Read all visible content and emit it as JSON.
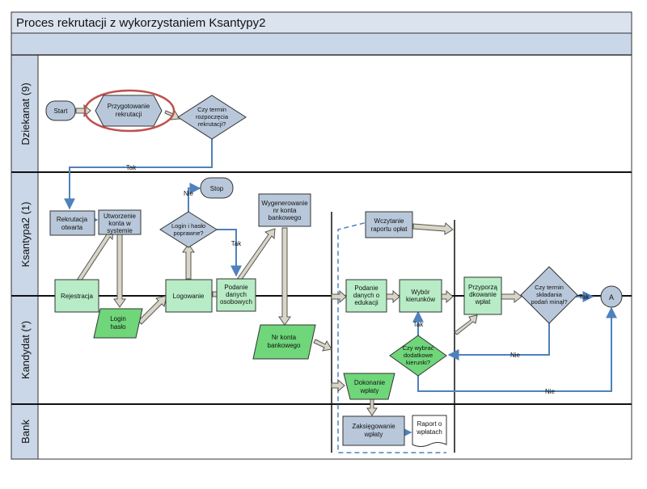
{
  "title": "Proces rekrutacji z wykorzystaniem Ksantypy2",
  "lanes": [
    {
      "id": "dziekanat",
      "label": "Dziekanat (9)"
    },
    {
      "id": "ksantypa",
      "label": "Ksantypa2 (1)"
    },
    {
      "id": "kandydat",
      "label": "Kandydat (*)"
    },
    {
      "id": "bank",
      "label": "Bank"
    }
  ],
  "nodes": {
    "start": "Start",
    "przygotowanie": [
      "Przygotowanie",
      "rekrutacji"
    ],
    "czy_termin_rozp": [
      "Czy termin",
      "rozpoczęcia",
      "rekrutacji?"
    ],
    "stop": "Stop",
    "rekrutacja_otwarta": [
      "Rekrutacja",
      "otwarta"
    ],
    "utworzenie_konta": [
      "Utworzenie",
      "konta w",
      "systemie"
    ],
    "login_poprawne": [
      "Login i hasło",
      "poprawne?"
    ],
    "wygenerowanie": [
      "Wygenerowanie",
      "nr konta",
      "bankowego"
    ],
    "wczytanie_raportu": [
      "Wczytanie",
      "raportu opłat"
    ],
    "rejestracja": "Rejestracja",
    "logowanie": "Logowanie",
    "podanie_osobowych": [
      "Podanie",
      "danych",
      "osobowych"
    ],
    "podanie_edukacji": [
      "Podanie",
      "danych o",
      "edukacji"
    ],
    "wybor_kierunkow": [
      "Wybór",
      "kierunków"
    ],
    "przyporzadkowanie": [
      "Przyporzą",
      "dkowanie",
      "wpłat"
    ],
    "czy_termin_skladania": [
      "Czy termin",
      "składania",
      "podań minął?"
    ],
    "connector_a": "A",
    "login_haslo": [
      "Login",
      "hasło"
    ],
    "nr_konta": [
      "Nr konta",
      "bankowego"
    ],
    "czy_wybrac": [
      "Czy wybrać",
      "dodatkowe",
      "kierunki?"
    ],
    "dokonanie_wplaty": [
      "Dokonanie",
      "wpłaty"
    ],
    "zaksiegowanie": [
      "Zaksięgowanie",
      "wpłaty"
    ],
    "raport_o_wplatach": [
      "Raport o",
      "wpłatach"
    ]
  },
  "edge_labels": {
    "tak_1": "Tak",
    "nie_1": "Nie",
    "tak_2": "Tak",
    "tak_3": "Tak",
    "tak_4": "Tak",
    "nie_2": "Nie",
    "nie_3": "Nie"
  },
  "colors": {
    "title_bar": "#dbe3ee",
    "header_band": "#c9d7e8",
    "lane_label": "#c9d7e8",
    "process_fill": "#b8c8da",
    "process_stroke": "#4a4a4a",
    "green_light": "#b7ecc6",
    "green_bright": "#6fd67a",
    "connector_blue": "#4f81bd",
    "highlight_red": "#c0504d",
    "hollow_arrow": "#d9d6c6"
  }
}
